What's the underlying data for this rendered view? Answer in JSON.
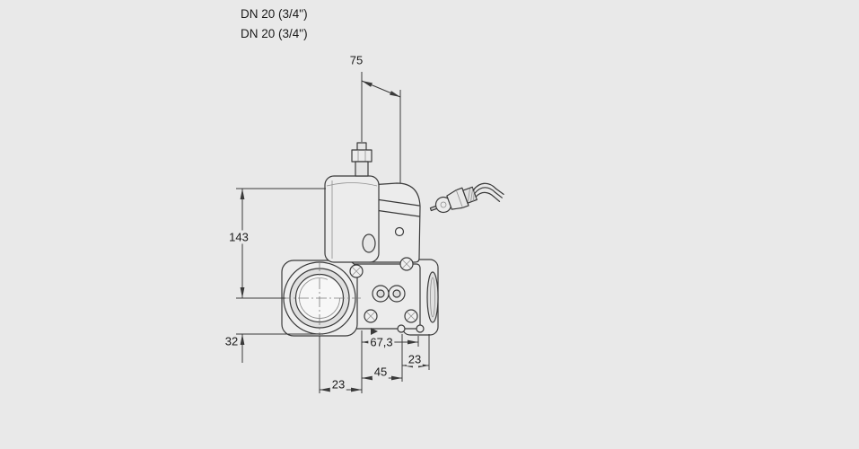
{
  "page": {
    "background_color": "#e9e9e9",
    "line_color": "#3a3a3a",
    "description": "Technical dimension drawing of a gas solenoid valve with cable connector plug"
  },
  "labels": {
    "dn_top": "DN 20 (3/4\")",
    "dn_bottom": "DN 20 (3/4\")"
  },
  "dimensions": {
    "width_top": "75",
    "height_main": "143",
    "height_bottom": "32",
    "depth_center": "67,3",
    "bottom_right": "23",
    "bottom_center": "45",
    "bottom_left": "23"
  }
}
